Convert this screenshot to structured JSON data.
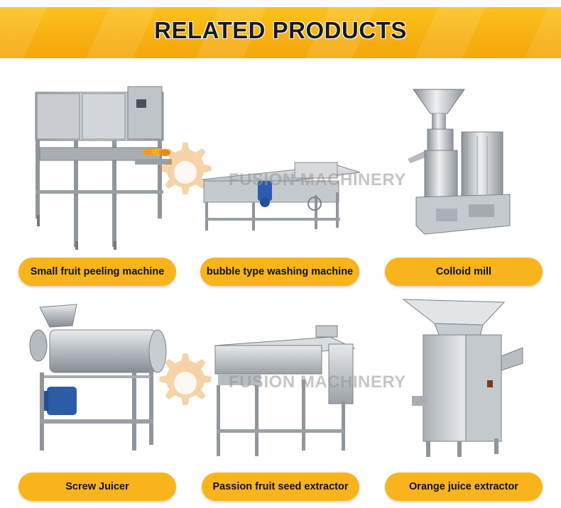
{
  "header": {
    "title": "RELATED PRODUCTS"
  },
  "watermark": {
    "text": "FUSION MACHINERY"
  },
  "products": [
    {
      "label": "Small fruit peeling machine",
      "icon": "peeling-machine-image"
    },
    {
      "label": "bubble type washing machine",
      "icon": "washing-machine-image"
    },
    {
      "label": "Colloid mill",
      "icon": "colloid-mill-image"
    },
    {
      "label": "Screw Juicer",
      "icon": "screw-juicer-image"
    },
    {
      "label": "Passion fruit seed extractor",
      "icon": "seed-extractor-image"
    },
    {
      "label": "Orange juice extractor",
      "icon": "juice-extractor-image"
    }
  ],
  "colors": {
    "banner": "#f8b41a",
    "label_bg": "#f8b41a",
    "steel": "#b9bec4",
    "watermark": "#e88a1a"
  }
}
